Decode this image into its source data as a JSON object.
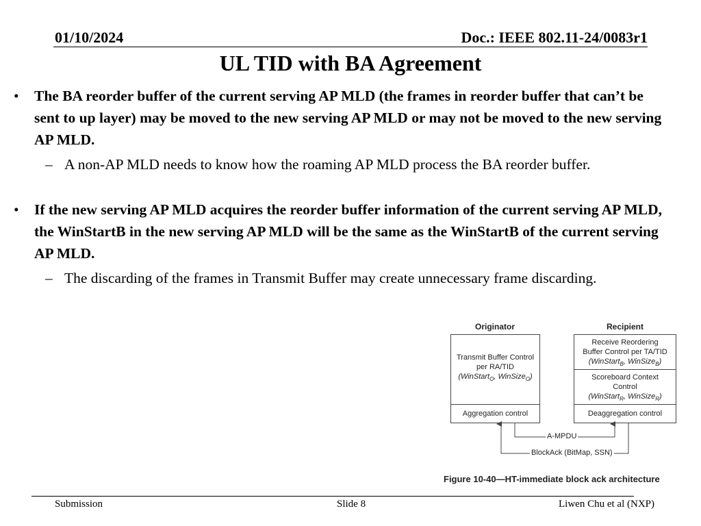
{
  "header": {
    "date": "01/10/2024",
    "doc_id": "Doc.: IEEE 802.11-24/0083r1"
  },
  "title": "UL TID with BA Agreement",
  "bullets": [
    {
      "marker": "•",
      "text": "The BA reorder buffer of the current serving AP MLD (the frames in reorder buffer that can’t be sent to up layer) may be moved to the new serving AP MLD or may not be moved to the new serving AP MLD.",
      "sub": {
        "marker": "–",
        "text": "A non-AP MLD needs to know how the roaming AP MLD process the BA reorder buffer."
      }
    },
    {
      "marker": "•",
      "text": "If the new serving AP MLD acquires the reorder buffer information of the current serving AP MLD, the WinStartB in the new serving AP MLD will be the same as the WinStartB of the current serving AP MLD.",
      "sub": {
        "marker": "–",
        "text": "The discarding of the frames in Transmit Buffer may create unnecessary frame discarding."
      }
    }
  ],
  "figure": {
    "originator_label": "Originator",
    "recipient_label": "Recipient",
    "originator_top_line1": "Transmit Buffer Control",
    "originator_top_line2": "per RA/TID",
    "originator_top_vars": "(WinStart_O, WinSize_O)",
    "originator_bottom": "Aggregation control",
    "recipient_top_line1": "Receive Reordering",
    "recipient_top_line2": "Buffer Control per TA/TID",
    "recipient_top_vars": "(WinStart_B, WinSize_B)",
    "recipient_mid_line1": "Scoreboard Context",
    "recipient_mid_line2": "Control",
    "recipient_mid_vars": "(WinStart_R, WinSize_R)",
    "recipient_bottom": "Deaggregation control",
    "ampdu_label": "A-MPDU",
    "blockack_label": "BlockAck (BitMap, SSN)",
    "caption": "Figure 10-40—HT-immediate block ack architecture"
  },
  "footer": {
    "left": "Submission",
    "center": "Slide 8",
    "right": "Liwen Chu et al (NXP)"
  }
}
